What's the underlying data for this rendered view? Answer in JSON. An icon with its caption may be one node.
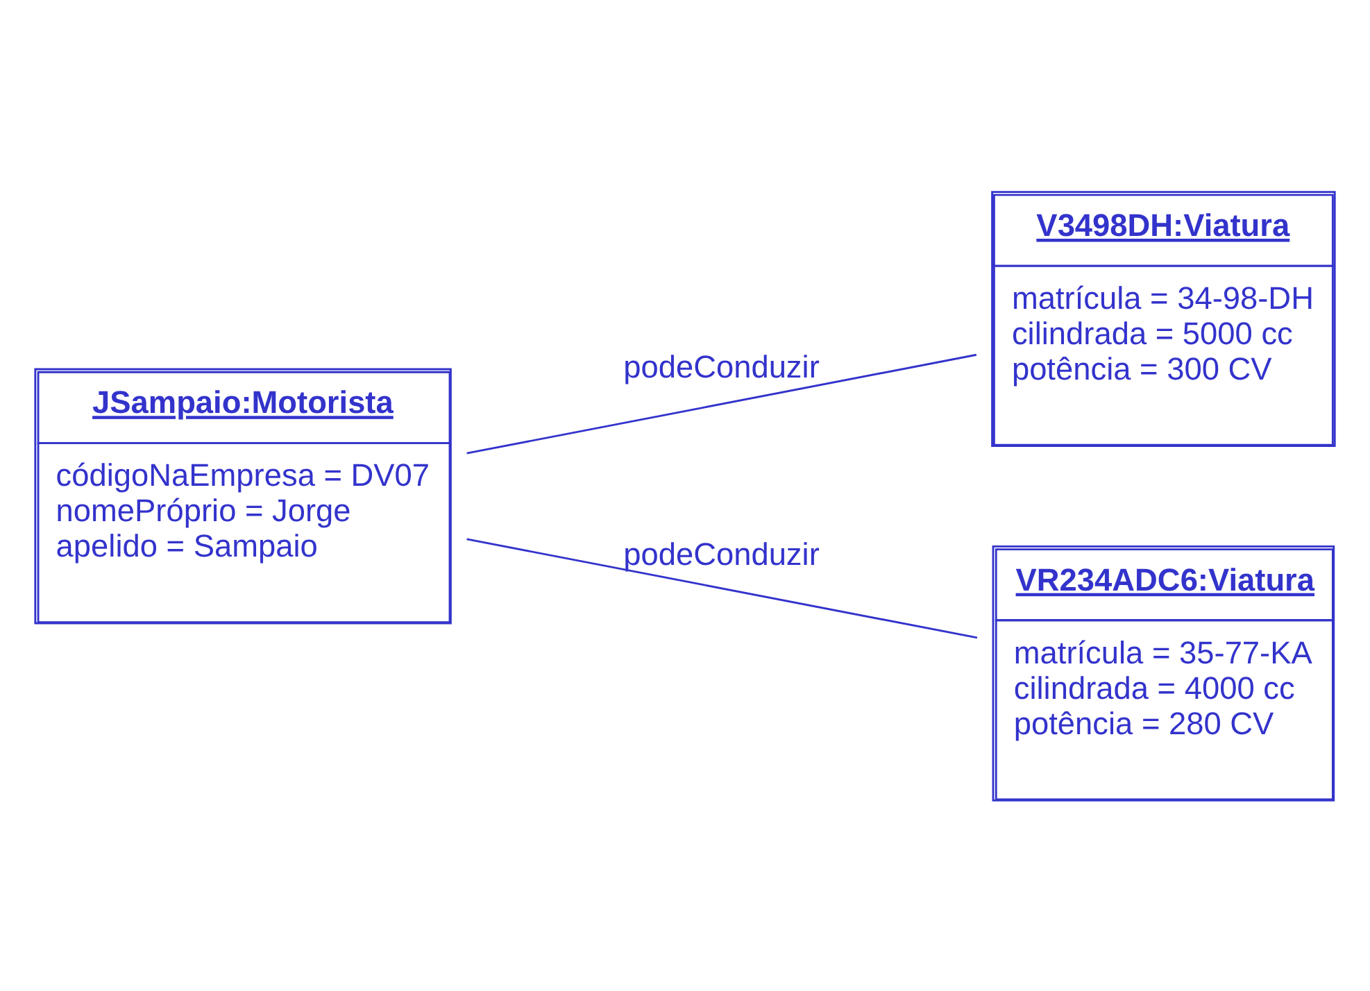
{
  "diagram": {
    "nodes": [
      {
        "text": [
          "JSampaio:Motorista",
          "códigoNaEmpresa = DV07",
          "nomePróprio = Jorge",
          "apelido = Sampaio"
        ]
      },
      {
        "text": [
          "V3498DH:Viatura",
          "matrícula = 34-98-DH",
          "cilindrada = 5000 cc",
          "potência = 300 CV"
        ]
      },
      {
        "text": [
          "VR234ADC6:Viatura",
          "matrícula = 35-77-KA",
          "cilindrada = 4000 cc",
          "potência = 280 CV"
        ]
      }
    ],
    "edges": [
      {
        "from": 0,
        "to": 1,
        "arrow": "none",
        "label": "podeConduzir"
      },
      {
        "from": 0,
        "to": 2,
        "arrow": "none",
        "label": "podeConduzir"
      }
    ]
  }
}
